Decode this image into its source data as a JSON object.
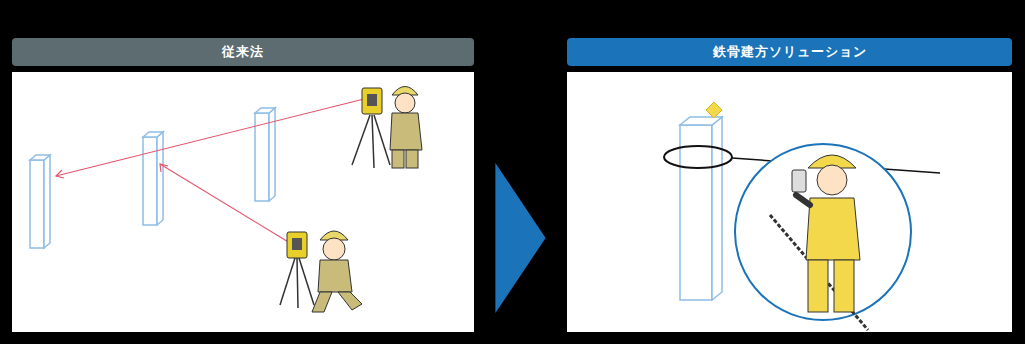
{
  "diagram": {
    "nodes": [
      {
        "text": [
          "従来法"
        ]
      },
      {
        "text": [
          "鉄骨建方ソリューション"
        ]
      }
    ],
    "edges": [
      {
        "from": 0,
        "to": 1,
        "arrow": "to"
      }
    ]
  }
}
